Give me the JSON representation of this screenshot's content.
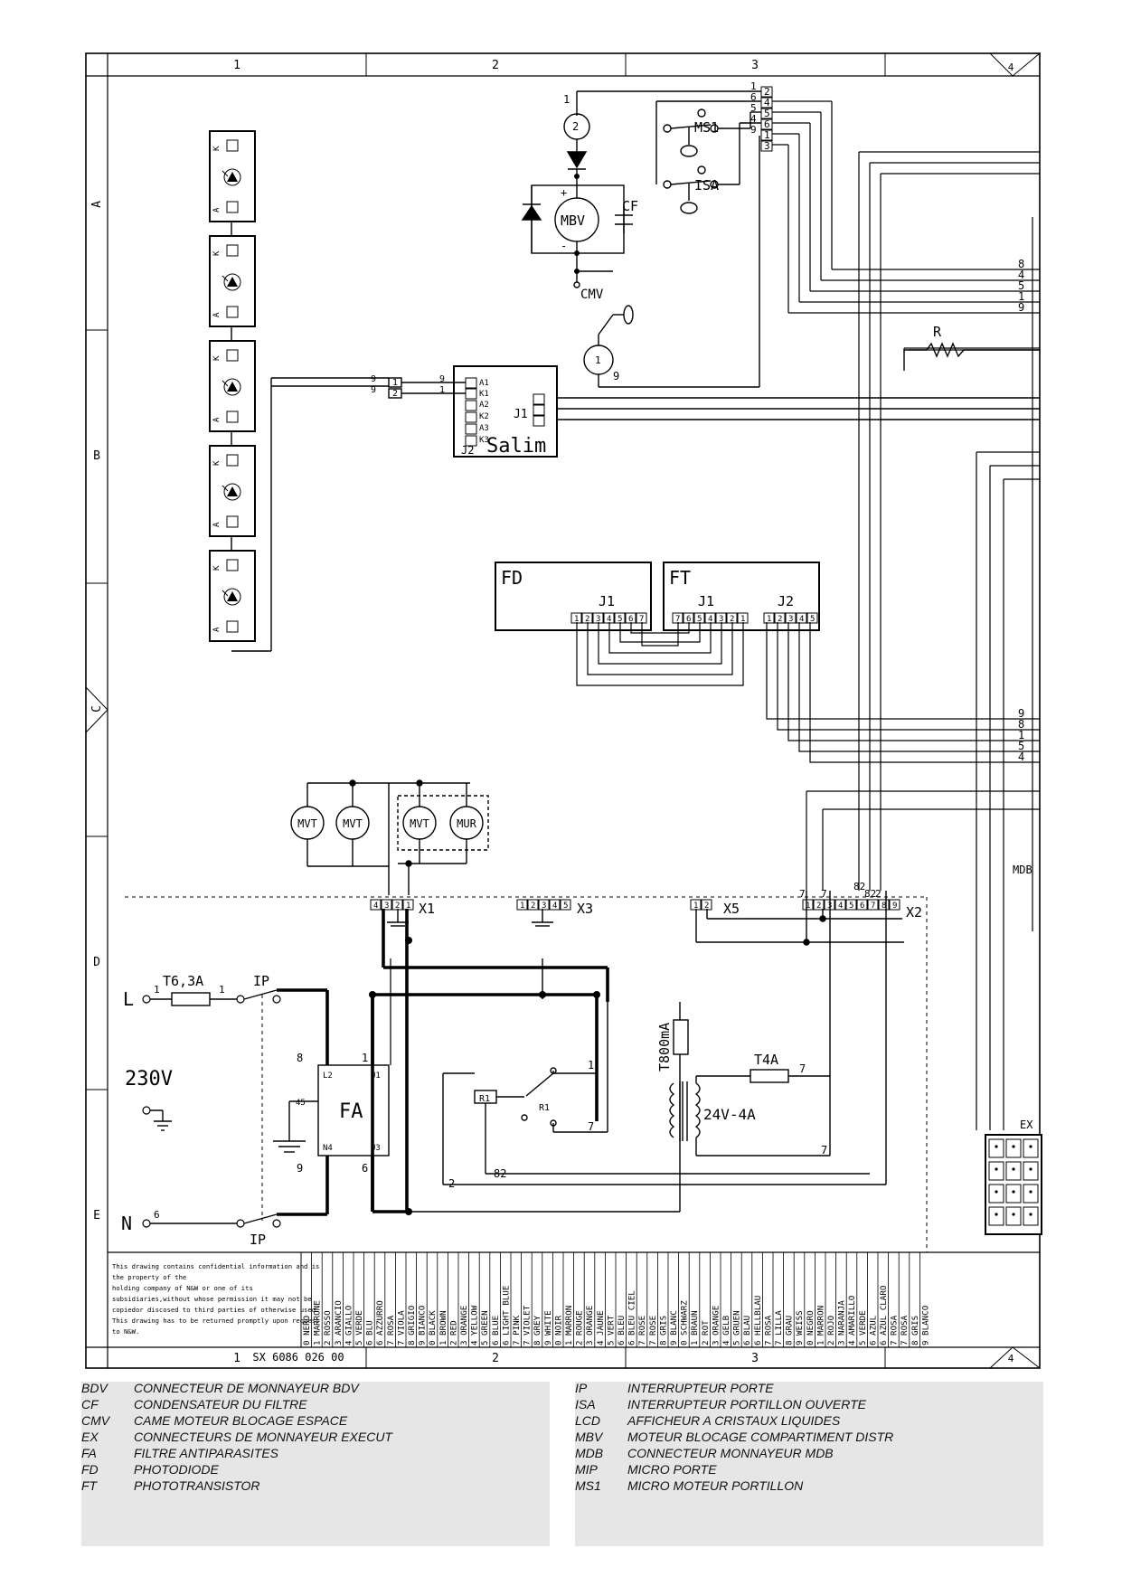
{
  "border": {
    "top_columns": [
      "1",
      "2",
      "3",
      "4"
    ],
    "bottom_columns": [
      "1",
      "2",
      "3",
      "4"
    ],
    "drawing_number": "SX 6086 026 00",
    "rows": [
      "A",
      "B",
      "C",
      "D",
      "E"
    ]
  },
  "confidential_notice": [
    "This drawing contains confidential information and is",
    "the property of the",
    "holding company of N&W or one of its",
    "subsidiaries,without whose permission it may not be",
    "copiedor discosed to third parties of otherwise used.",
    "This drawing has to be returned promptly upon request",
    "to N&W."
  ],
  "components": {
    "mbv": "MBV",
    "cf": "CF",
    "cmv": "CMV",
    "ms1": "MS1",
    "isa": "ISA",
    "salim": "Salim",
    "fd": "FD",
    "ft": "FT",
    "r": "R",
    "fa": "FA",
    "ip": "IP",
    "fuse_main": "T6,3A",
    "fuse_t800": "T800mA",
    "fuse_t4": "T4A",
    "transformer": "24V-4A",
    "voltage": "230V",
    "line_l": "L",
    "line_n": "N",
    "relay": "R1",
    "relay_contact": "R1",
    "mdb": "MDB",
    "ex": "EX",
    "x1": "X1",
    "x2": "X2",
    "x3": "X3",
    "x5": "X5",
    "j1": "J1",
    "j2": "J2",
    "mvt": "MVT",
    "mur": "MUR",
    "motor_2": "2",
    "motor_1": "1",
    "fa_l2": "L2",
    "fa_u1": "U1",
    "fa_n4": "N4",
    "fa_u3": "U3",
    "fa_45": "45",
    "fa_8": "8",
    "fa_1": "1",
    "fa_9": "9",
    "fa_6": "6",
    "salim_pins": [
      "A1",
      "K1",
      "A2",
      "K2",
      "A3",
      "K3"
    ],
    "led_k": "K",
    "led_a": "A"
  },
  "wire_numbers": {
    "right_block_a": [
      "8",
      "4",
      "5",
      "1",
      "9"
    ],
    "right_block_c": [
      "9",
      "8",
      "1",
      "5",
      "4"
    ],
    "ms1_top": [
      "1",
      "6",
      "5",
      "4",
      "9"
    ],
    "ms1_connector": [
      "2",
      "4",
      "5",
      "6",
      "1",
      "3"
    ],
    "x2_top": [
      "7",
      "7",
      "82",
      "82",
      "2"
    ]
  },
  "color_codes": [
    {
      "num": "0",
      "names": [
        "NERO",
        "BLACK",
        "NOIR",
        "SCHWARZ",
        "NEGRO"
      ]
    },
    {
      "num": "1",
      "names": [
        "MARRONE",
        "BROWN",
        "MARRON",
        "BRAUN",
        "MARRON"
      ]
    },
    {
      "num": "2",
      "names": [
        "ROSSO",
        "RED",
        "ROUGE",
        "ROT",
        "ROJO"
      ]
    },
    {
      "num": "3",
      "names": [
        "ARANCIO",
        "ORANGE",
        "ORANGE",
        "ORANGE",
        "NARANJA"
      ]
    },
    {
      "num": "4",
      "names": [
        "GIALLO",
        "YELLOW",
        "JAUNE",
        "GELB",
        "AMARILLO"
      ]
    },
    {
      "num": "5",
      "names": [
        "VERDE",
        "GREEN",
        "VERT",
        "GRUEN",
        "VERDE"
      ]
    },
    {
      "num": "6",
      "names": [
        "BLU",
        "BLUE",
        "BLEU",
        "BLAU",
        "AZUL"
      ]
    },
    {
      "num": "6",
      "names": [
        "AZZURRO",
        "LIGHT BLUE",
        "BLEU CIEL",
        "HELLBLAU",
        "AZUL CLARO"
      ]
    },
    {
      "num": "7",
      "names": [
        "ROSA",
        "PINK",
        "ROSE",
        "ROSA",
        "ROSA"
      ]
    },
    {
      "num": "7",
      "names": [
        "VIOLA",
        "VIOLET",
        "ROSE",
        "LILLA",
        "ROSA"
      ]
    },
    {
      "num": "8",
      "names": [
        "GRIGIO",
        "GREY",
        "GRIS",
        "GRAU",
        "GRIS"
      ]
    },
    {
      "num": "9",
      "names": [
        "BIANCO",
        "WHITE",
        "BLANC",
        "WEISS",
        "BLANCO"
      ]
    }
  ],
  "legend_left": [
    {
      "code": "BDV",
      "desc": "CONNECTEUR DE MONNAYEUR BDV"
    },
    {
      "code": "CF",
      "desc": "CONDENSATEUR DU FILTRE"
    },
    {
      "code": "CMV",
      "desc": "CAME MOTEUR BLOCAGE ESPACE"
    },
    {
      "code": "EX",
      "desc": "CONNECTEURS DE MONNAYEUR EXECUT"
    },
    {
      "code": "FA",
      "desc": "FILTRE ANTIPARASITES"
    },
    {
      "code": "FD",
      "desc": "PHOTODIODE"
    },
    {
      "code": "FT",
      "desc": "PHOTOTRANSISTOR"
    }
  ],
  "legend_right": [
    {
      "code": "IP",
      "desc": "INTERRUPTEUR PORTE"
    },
    {
      "code": "ISA",
      "desc": "INTERRUPTEUR PORTILLON OUVERTE"
    },
    {
      "code": "LCD",
      "desc": "AFFICHEUR A CRISTAUX LIQUIDES"
    },
    {
      "code": "MBV",
      "desc": "MOTEUR BLOCAGE COMPARTIMENT DISTR"
    },
    {
      "code": "MDB",
      "desc": "CONNECTEUR MONNAYEUR MDB"
    },
    {
      "code": "MIP",
      "desc": "MICRO PORTE"
    },
    {
      "code": "MS1",
      "desc": "MICRO MOTEUR PORTILLON"
    }
  ]
}
